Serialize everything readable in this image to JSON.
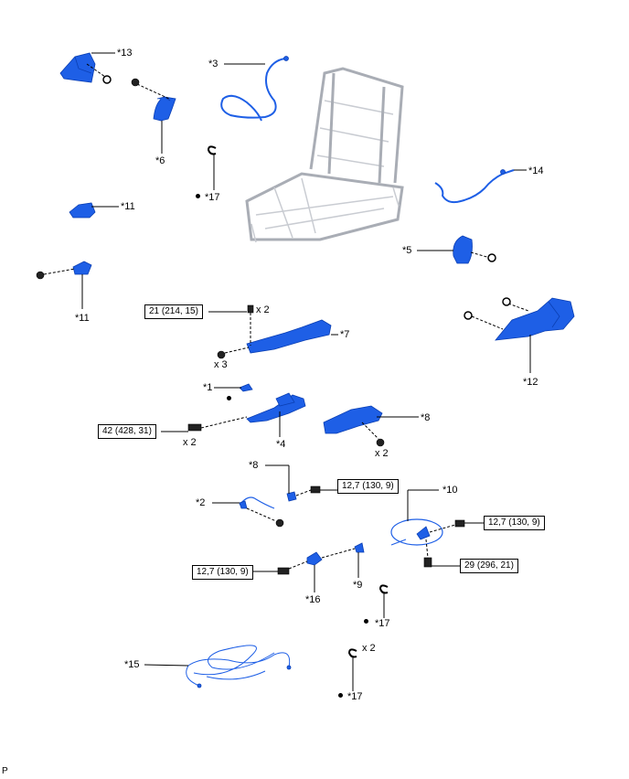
{
  "callouts": {
    "c13": "*13",
    "c3": "*3",
    "c6": "*6",
    "c17a": "*17",
    "c11a": "*11",
    "c14": "*14",
    "c5": "*5",
    "c11b": "*11",
    "c7": "*7",
    "c12": "*12",
    "c1": "*1",
    "c4": "*4",
    "c8a": "*8",
    "c8b": "*8",
    "c10": "*10",
    "c2": "*2",
    "c9": "*9",
    "c16": "*16",
    "c17b": "*17",
    "c15": "*15",
    "c17c": "*17"
  },
  "torques": {
    "t7": "21 (214, 15)",
    "t4": "42 (428, 31)",
    "t8": "12,7 (130, 9)",
    "t10a": "12,7 (130, 9)",
    "t10b": "29 (296, 21)",
    "t16": "12,7 (130, 9)"
  },
  "quantities": {
    "q7a": "x 2",
    "q7b": "x 3",
    "q4": "x 2",
    "q8": "x 2",
    "q17": "x 2"
  },
  "footer": {
    "code": "P"
  },
  "colors": {
    "part": "#1e5fe6",
    "part_dark": "#0b3fb3",
    "frame": "#b8bcc4"
  }
}
